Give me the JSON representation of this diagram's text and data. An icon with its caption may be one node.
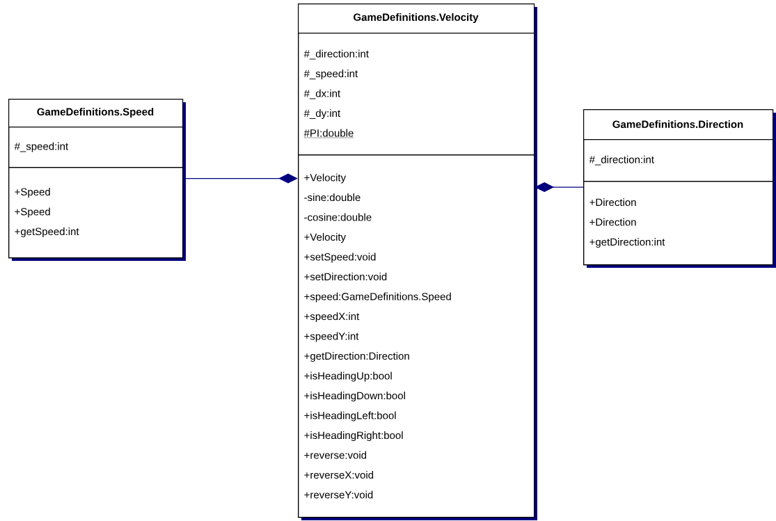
{
  "diagram": {
    "nodes": [
      {
        "text": [
          "GameDefinitions.Speed"
        ]
      },
      {
        "text": [
          "#_speed:int"
        ],
        "in": 0
      },
      {
        "text": [
          "+Speed",
          "+Speed",
          "+getSpeed:int"
        ],
        "in": 0
      },
      {
        "text": [
          "GameDefinitions.Velocity"
        ]
      },
      {
        "text": [
          "#_direction:int",
          "#_speed:int",
          "#_dx:int",
          "#_dy:int",
          "#PI:double"
        ],
        "in": 3
      },
      {
        "text": [
          "+Velocity",
          "-sine:double",
          "-cosine:double",
          "+Velocity",
          "+setSpeed:void",
          "+setDirection:void",
          "+speed:GameDefinitions.Speed",
          "+speedX:int",
          "+speedY:int",
          "+getDirection:Direction",
          "+isHeadingUp:bool",
          "+isHeadingDown:bool",
          "+isHeadingLeft:bool",
          "+isHeadingRight:bool",
          "+reverse:void",
          "+reverseX:void",
          "+reverseY:void"
        ],
        "in": 3
      },
      {
        "text": [
          "GameDefinitions.Direction"
        ]
      },
      {
        "text": [
          "#_direction:int"
        ],
        "in": 6
      },
      {
        "text": [
          "+Direction",
          "+Direction",
          "+getDirection:int"
        ],
        "in": 6
      }
    ],
    "edges": [
      {
        "from": 0,
        "to": 3,
        "arrow": "other"
      },
      {
        "from": 6,
        "to": 3,
        "arrow": "other"
      }
    ]
  }
}
